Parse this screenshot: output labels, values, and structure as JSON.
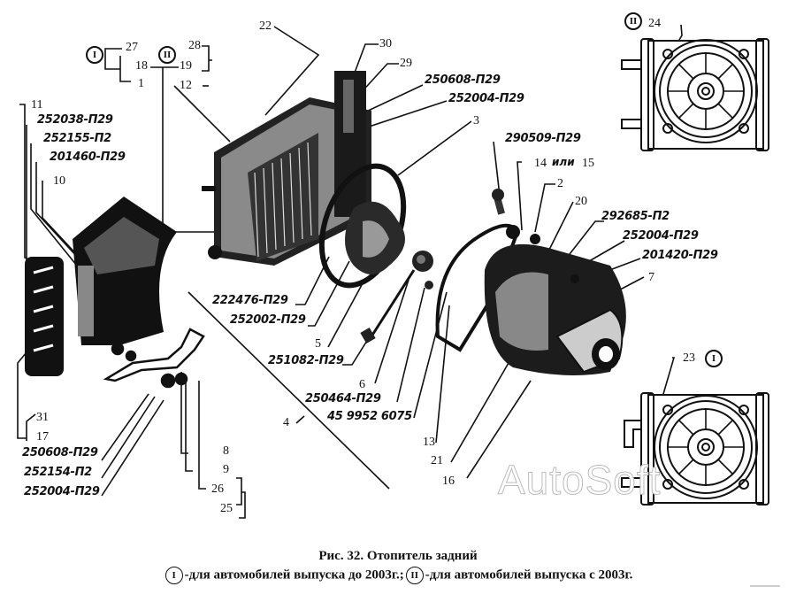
{
  "figure": {
    "caption_title": "Рис. 32. Отопитель задний",
    "caption_variant_1_marker": "I",
    "caption_variant_1_text": "-для автомобилей выпуска до 2003г.;",
    "caption_variant_2_marker": "II",
    "caption_variant_2_text": "-для автомобилей выпуска с 2003г.",
    "watermark": "AutoSoft"
  },
  "variant_markers": {
    "top_left_I": "I",
    "top_left_II": "II",
    "top_right_II": "II",
    "bottom_right_I": "I"
  },
  "callouts": {
    "n1": "1",
    "n2": "2",
    "n3": "3",
    "n4": "4",
    "n5": "5",
    "n6": "6",
    "n7": "7",
    "n8": "8",
    "n9": "9",
    "n10": "10",
    "n11": "11",
    "n12": "12",
    "n13": "13",
    "n14": "14",
    "n15": "15",
    "n16": "16",
    "n17": "17",
    "n18": "18",
    "n19": "19",
    "n20": "20",
    "n21": "21",
    "n22": "22",
    "n23": "23",
    "n24": "24",
    "n25": "25",
    "n26": "26",
    "n27": "27",
    "n28": "28",
    "n29": "29",
    "n30": "30",
    "n31": "31",
    "ili": "или"
  },
  "part_numbers": {
    "p252038_P29": "252038-П29",
    "p252155_P2": "252155-П2",
    "p201460_P29": "201460-П29",
    "p250608_P29_top": "250608-П29",
    "p252004_P29_top": "252004-П29",
    "p290509_P29": "290509-П29",
    "p292685_P2": "292685-П2",
    "p252004_P29_right": "252004-П29",
    "p201420_P29": "201420-П29",
    "p222476_P29": "222476-П29",
    "p252002_P29": "252002-П29",
    "p251082_P29": "251082-П29",
    "p250464_P29": "250464-П29",
    "p4599526075": "45 9952 6075",
    "p250608_P29_bottom": "250608-П29",
    "p252154_P2": "252154-П2",
    "p252004_P29_bottom": "252004-П29"
  }
}
